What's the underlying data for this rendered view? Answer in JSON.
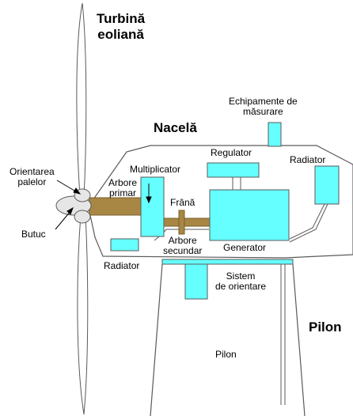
{
  "title": {
    "line1": "Turbină",
    "line2": "eoliană"
  },
  "labels": {
    "nacela": "Nacelă",
    "pilon_big": "Pilon",
    "pilon_small": "Pilon",
    "echipamente_1": "Echipamente de",
    "echipamente_2": "măsurare",
    "regulator": "Regulator",
    "radiator_right": "Radiator",
    "radiator_left": "Radiator",
    "multiplicator": "Multiplicator",
    "orientarea_1": "Orientarea",
    "orientarea_2": "palelor",
    "arbore_primar_1": "Arbore",
    "arbore_primar_2": "primar",
    "frana": "Frână",
    "butuc": "Butuc",
    "arbore_secundar_1": "Arbore",
    "arbore_secundar_2": "secundar",
    "generator": "Generator",
    "sistem_1": "Sistem",
    "sistem_2": "de orientare"
  },
  "colors": {
    "component_fill": "#66ffff",
    "shaft": "#a88644",
    "outline": "#5a5a5a",
    "hub_fill": "#e6e6e6",
    "blade_fill": "#ffffff"
  }
}
